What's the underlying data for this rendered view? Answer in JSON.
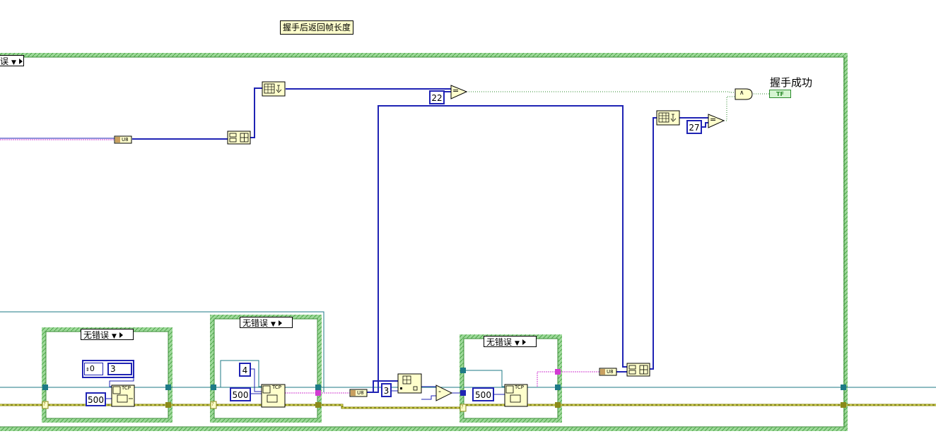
{
  "comment": "握手后返回帧长度",
  "outer_case_selector": "误",
  "inner_case_selector": "无错误",
  "indicator": {
    "label": "握手成功",
    "display": "TF"
  },
  "constants": {
    "c22": "22",
    "c27": "27",
    "c4": "4",
    "c3_mid": "3",
    "c500_a": "500",
    "c500_b": "500",
    "c500_c": "500",
    "array_index": "0",
    "array_value": "3"
  },
  "node_labels": {
    "u8": "U8",
    "tcp": "TCP",
    "and": "∧",
    "eq": "=",
    "sub": "-",
    "q": "?"
  },
  "colors": {
    "frame_green": "#7fc77a",
    "wire_blue": "#1f23b4",
    "wire_pink": "#d23cd2",
    "wire_teal": "#1e7a86",
    "error_cluster": "#8a8a1a"
  }
}
